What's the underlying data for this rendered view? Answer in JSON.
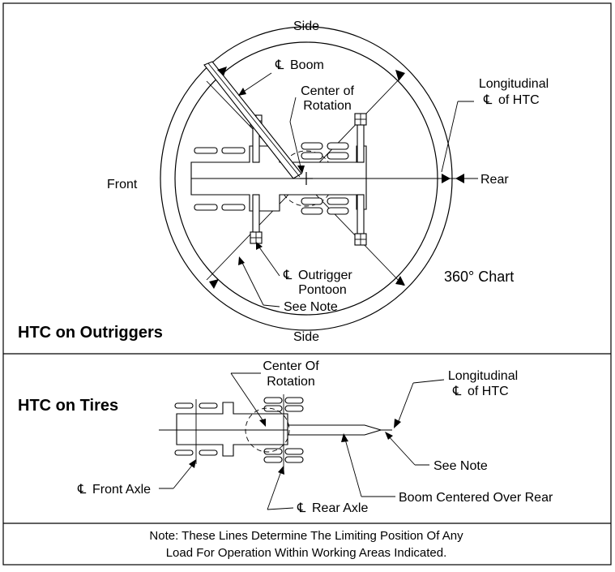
{
  "outriggers": {
    "title": "HTC on Outriggers",
    "side_top": "Side",
    "side_bottom": "Side",
    "front": "Front",
    "rear": "Rear",
    "cl_boom": "Boom",
    "center_line1": "Center of",
    "center_line2": "Rotation",
    "long_line1": "Longitudinal",
    "long_line2": "of HTC",
    "outrigger_line1": "Outrigger",
    "outrigger_line2": "Pontoon",
    "see_note": "See Note",
    "chart_label": "360° Chart"
  },
  "tires": {
    "title": "HTC on Tires",
    "center_line1": "Center Of",
    "center_line2": "Rotation",
    "long_line1": "Longitudinal",
    "long_line2": "of HTC",
    "see_note": "See Note",
    "front_axle": "Front Axle",
    "rear_axle": "Rear Axle",
    "boom_centered": "Boom Centered Over Rear"
  },
  "note": {
    "line1": "Note:  These Lines Determine The Limiting Position Of Any",
    "line2": "Load For Operation Within Working Areas Indicated."
  },
  "symbols": {
    "centerline": "℄"
  }
}
